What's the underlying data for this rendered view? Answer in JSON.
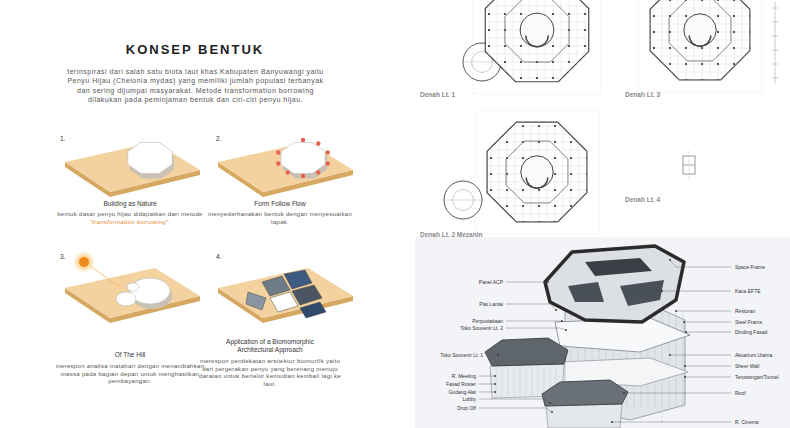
{
  "diagram": {
    "title": "KONSEP BENTUK",
    "labels": [
      "terinspirasi dari salah satu biota laut khas Kabupaten Banyuwangi yaitu Penyu Hijau (Chelonia mydas) yang memiliki jumlah populasi terbanyak dan sering dijumpai masyarakat. Metode transformation borrowing dilakukan pada peminjaman bentuk dan ciri-ciri penyu hijau.",
      "1.",
      "2.",
      "3.",
      "4.",
      "Building as Nature",
      "bentuk dasar penyu hijau didapatkan dari metode",
      "\"transformation borrowing\".",
      "Form Follow Flow",
      "menyederhanakan bentuk dengan menyesuaikan tapak.",
      "Of The Hill",
      "merespon analisa matahari dengan menambahkan massa pada bagian depan untuk menghasilkan pembayangan.",
      "Application of a Biomomorphic Architectural Approach",
      "merespon pendekatan arsitektur biomorfik yaitu dari pergerakan penyu yang berenang menuju daratan untuk bertelur kemudian kembali lagi ke laut.",
      "Denah Lt. 1",
      "Denah Lt. 3",
      "Denah Lt. 2 Mezanin",
      "Denah Lt. 4",
      "Space Frame",
      "Kaca EFTE",
      "Restoran",
      "Steel Frame",
      "Dinding Fasad",
      "Akuarium Utama",
      "Sheer Wall",
      "Terowongan/Tunnel",
      "Roof",
      "R. Cinema",
      "Panel ACP",
      "Plat Lantai",
      "Perpustakaan",
      "Toko Souvenir Lt. 2",
      "Toko Souvenir Lt. 1",
      "R. Meeting",
      "Fasad Roster",
      "Gudang Alat",
      "Lobby",
      "Drop Off"
    ]
  }
}
